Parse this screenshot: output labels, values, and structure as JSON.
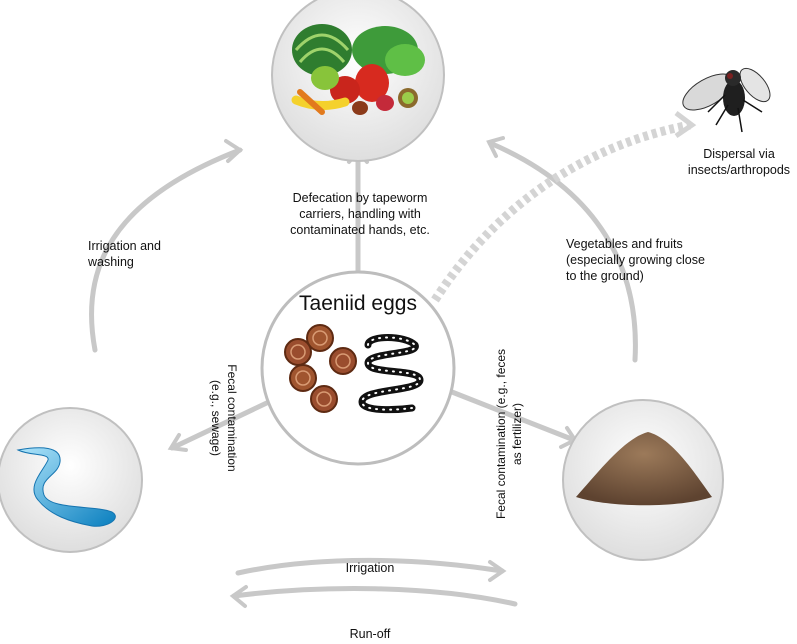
{
  "center": {
    "title": "Taeniid eggs"
  },
  "labels": {
    "produce_source": "Defecation by tapeworm carriers, handling with contaminated hands, etc.",
    "water_to_produce": "Irrigation and washing",
    "produce_via_soil": "Vegetables and fruits (especially growing close to the ground)",
    "fly": "Dispersal via insects/arthropods",
    "water_fecal": "Fecal contamination (e.g., sewage)",
    "soil_fecal": "Fecal contamination (e.g., feces as fertilizer)",
    "irrigation": "Irrigation",
    "runoff": "Run-off"
  },
  "icons": {
    "produce": "fruits-vegetables-icon",
    "water": "water-stream-icon",
    "soil": "soil-pile-icon",
    "fly": "fly-icon",
    "eggs": "taeniid-egg-icon",
    "worm": "tapeworm-icon"
  },
  "colors": {
    "arrow": "#c4c4c4",
    "circle_fill": "#e9e9e9",
    "circle_stroke": "#bfbfbf",
    "egg": "#9a4d2e",
    "water": "#2f9fd6",
    "soil": "#7a5a3e"
  }
}
